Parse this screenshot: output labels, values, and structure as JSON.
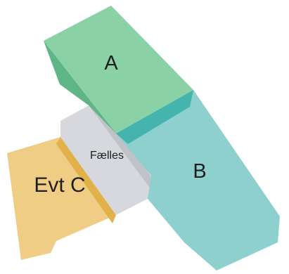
{
  "diagram": {
    "blocks": [
      {
        "id": "A",
        "label": "A",
        "top_color": "#8bd1a6",
        "side_color": "#5fb585"
      },
      {
        "id": "B",
        "label": "B",
        "top_color": "#8dd0cd",
        "side_color": "#45b4ae"
      },
      {
        "id": "C",
        "label": "Evt C",
        "top_color": "#f0cd85",
        "side_color": "#e1b24a"
      },
      {
        "id": "shared",
        "label": "Fælles",
        "top_color": "#d6d8dd",
        "side_color": "#bfc3c8"
      }
    ]
  }
}
